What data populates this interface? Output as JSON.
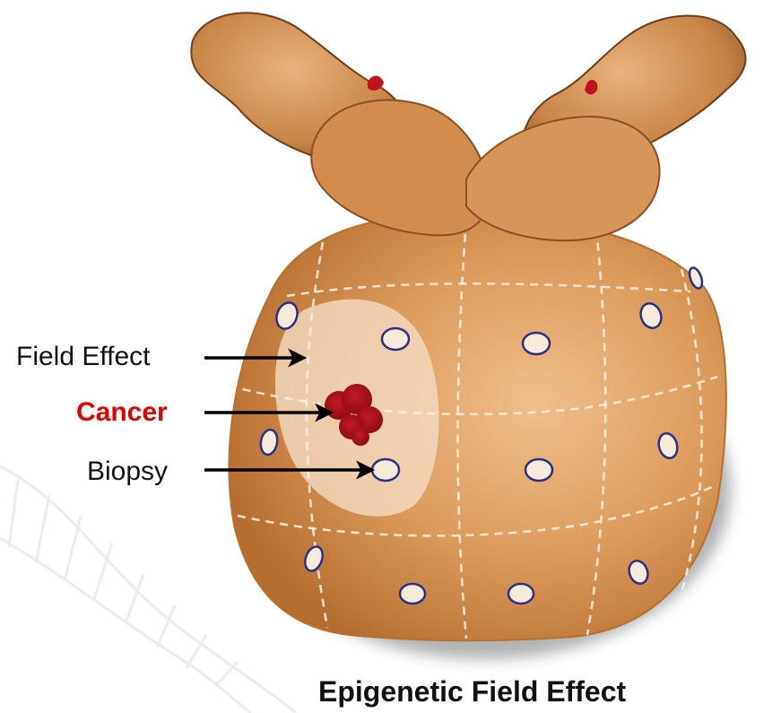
{
  "labels": {
    "field_effect": "Field Effect",
    "cancer": "Cancer",
    "biopsy": "Biopsy"
  },
  "caption": "Epigenetic Field Effect",
  "colors": {
    "organ": "#e0a064",
    "organ_dark": "#c7803f",
    "field_zone": "#f3d9bd",
    "cancer": "#b0121e",
    "cancer_label": "#e10000",
    "biopsy_outline": "#2e2f86",
    "biopsy_fill": "#f6ead8",
    "arrow": "#000000"
  }
}
